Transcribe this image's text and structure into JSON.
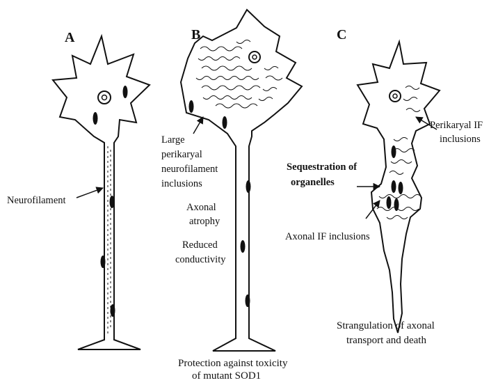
{
  "panels": {
    "a": {
      "letter": "A"
    },
    "b": {
      "letter": "B"
    },
    "c": {
      "letter": "C"
    }
  },
  "labels": {
    "neurofilament": "Neurofilament",
    "large_perikaryal": [
      "Large",
      "perikaryal",
      "neurofilament",
      "inclusions"
    ],
    "axonal_atrophy": [
      "Axonal",
      "atrophy"
    ],
    "reduced_conductivity": [
      "Reduced",
      "conductivity"
    ],
    "perikaryal_if": [
      "Perikaryal IF",
      "inclusions"
    ],
    "sequestration": [
      "Sequestration of",
      "organelles"
    ],
    "axonal_if": "Axonal IF inclusions"
  },
  "captions": {
    "b": [
      "Protection against toxicity",
      "of mutant SOD1"
    ],
    "c": [
      "Strangulation of axonal",
      "transport and death"
    ]
  }
}
